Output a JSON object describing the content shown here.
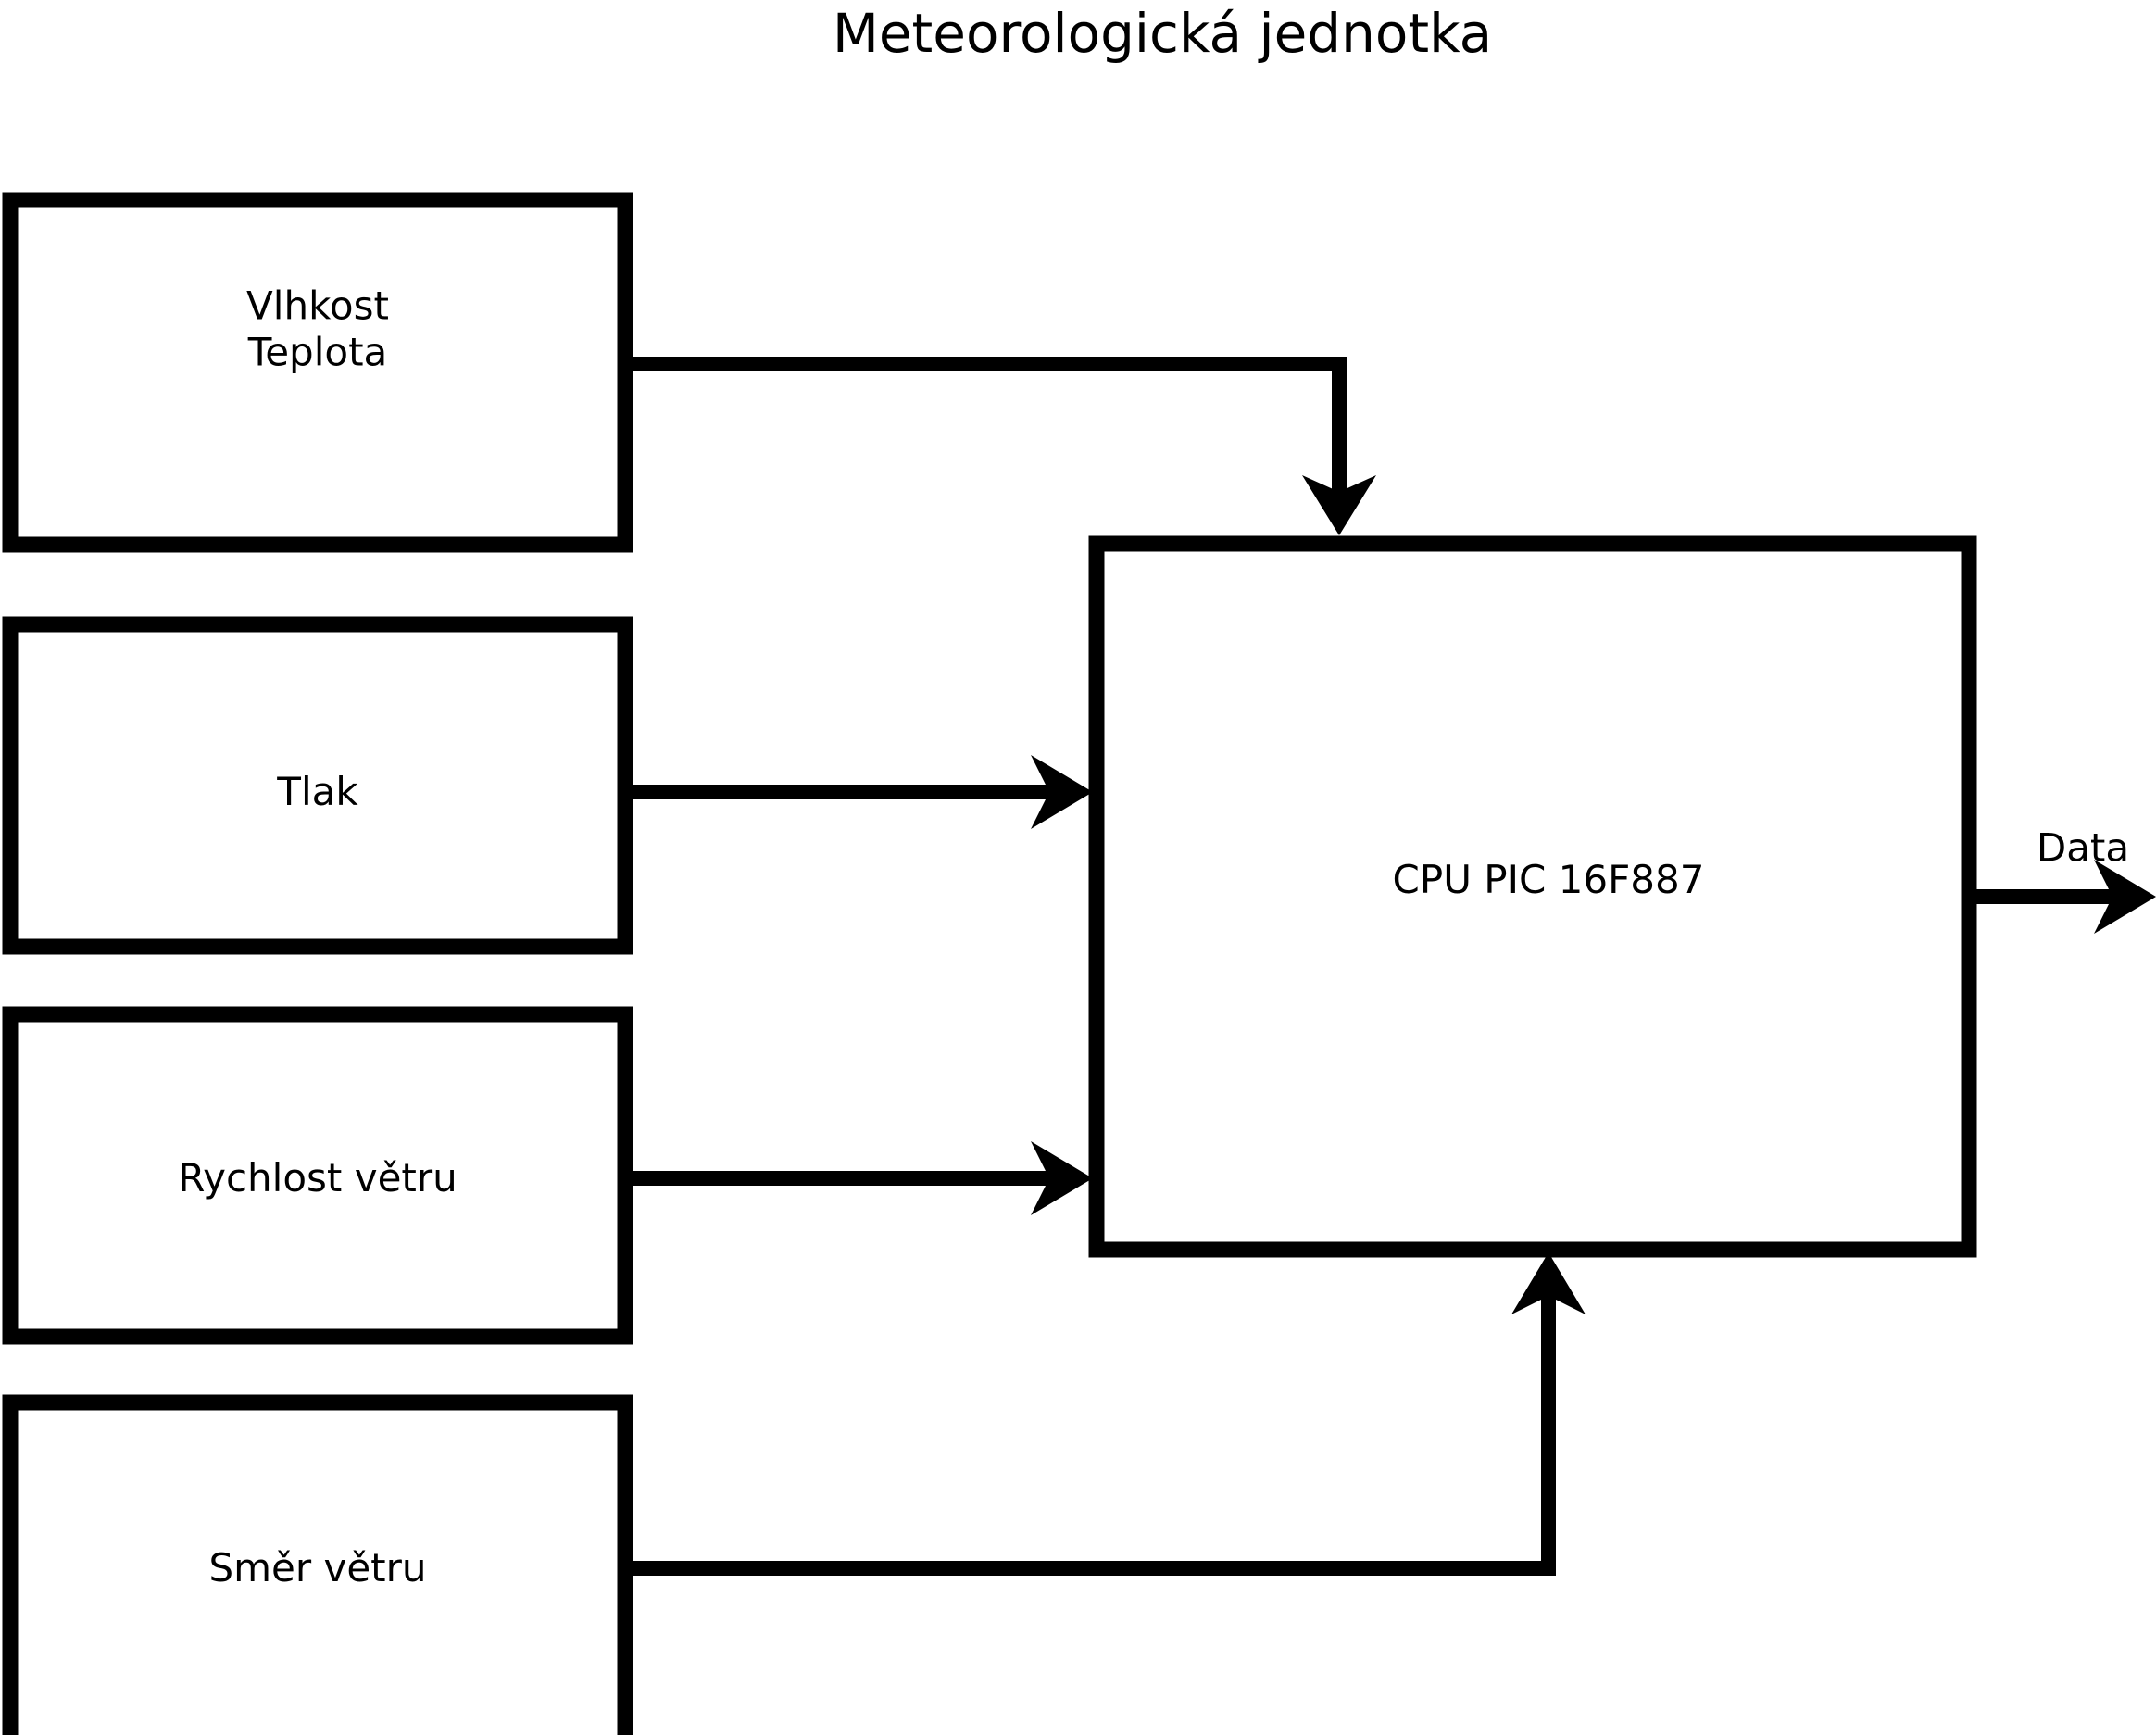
{
  "diagram": {
    "type": "block-diagram",
    "title": "Meteorologická jednotka",
    "background_color": "#ffffff",
    "stroke_color": "#000000",
    "nodes": [
      {
        "id": "humidity-temperature",
        "label": "Vlhkost\nTeplota",
        "label_line_1": "Vlhkost",
        "label_line_2": "Teplota",
        "shape": "rectangle"
      },
      {
        "id": "pressure",
        "label": "Tlak",
        "shape": "rectangle"
      },
      {
        "id": "wind-speed",
        "label": "Rychlost větru",
        "shape": "rectangle"
      },
      {
        "id": "wind-direction",
        "label": "Směr větru",
        "shape": "rectangle"
      },
      {
        "id": "cpu",
        "label": "CPU PIC 16F887",
        "shape": "rectangle"
      }
    ],
    "edges": [
      {
        "id": "humidity-to-cpu",
        "from": "humidity-temperature",
        "to": "cpu",
        "label": "",
        "arrow": "down-into-top"
      },
      {
        "id": "pressure-to-cpu",
        "from": "pressure",
        "to": "cpu",
        "label": "",
        "arrow": "right-into-left"
      },
      {
        "id": "wind-speed-to-cpu",
        "from": "wind-speed",
        "to": "cpu",
        "label": "",
        "arrow": "right-into-left"
      },
      {
        "id": "wind-direction-to-cpu",
        "from": "wind-direction",
        "to": "cpu",
        "label": "",
        "arrow": "up-into-bottom"
      },
      {
        "id": "cpu-to-data",
        "from": "cpu",
        "to": "output",
        "label": "Data",
        "arrow": "right-out"
      }
    ],
    "output_label": "Data"
  }
}
